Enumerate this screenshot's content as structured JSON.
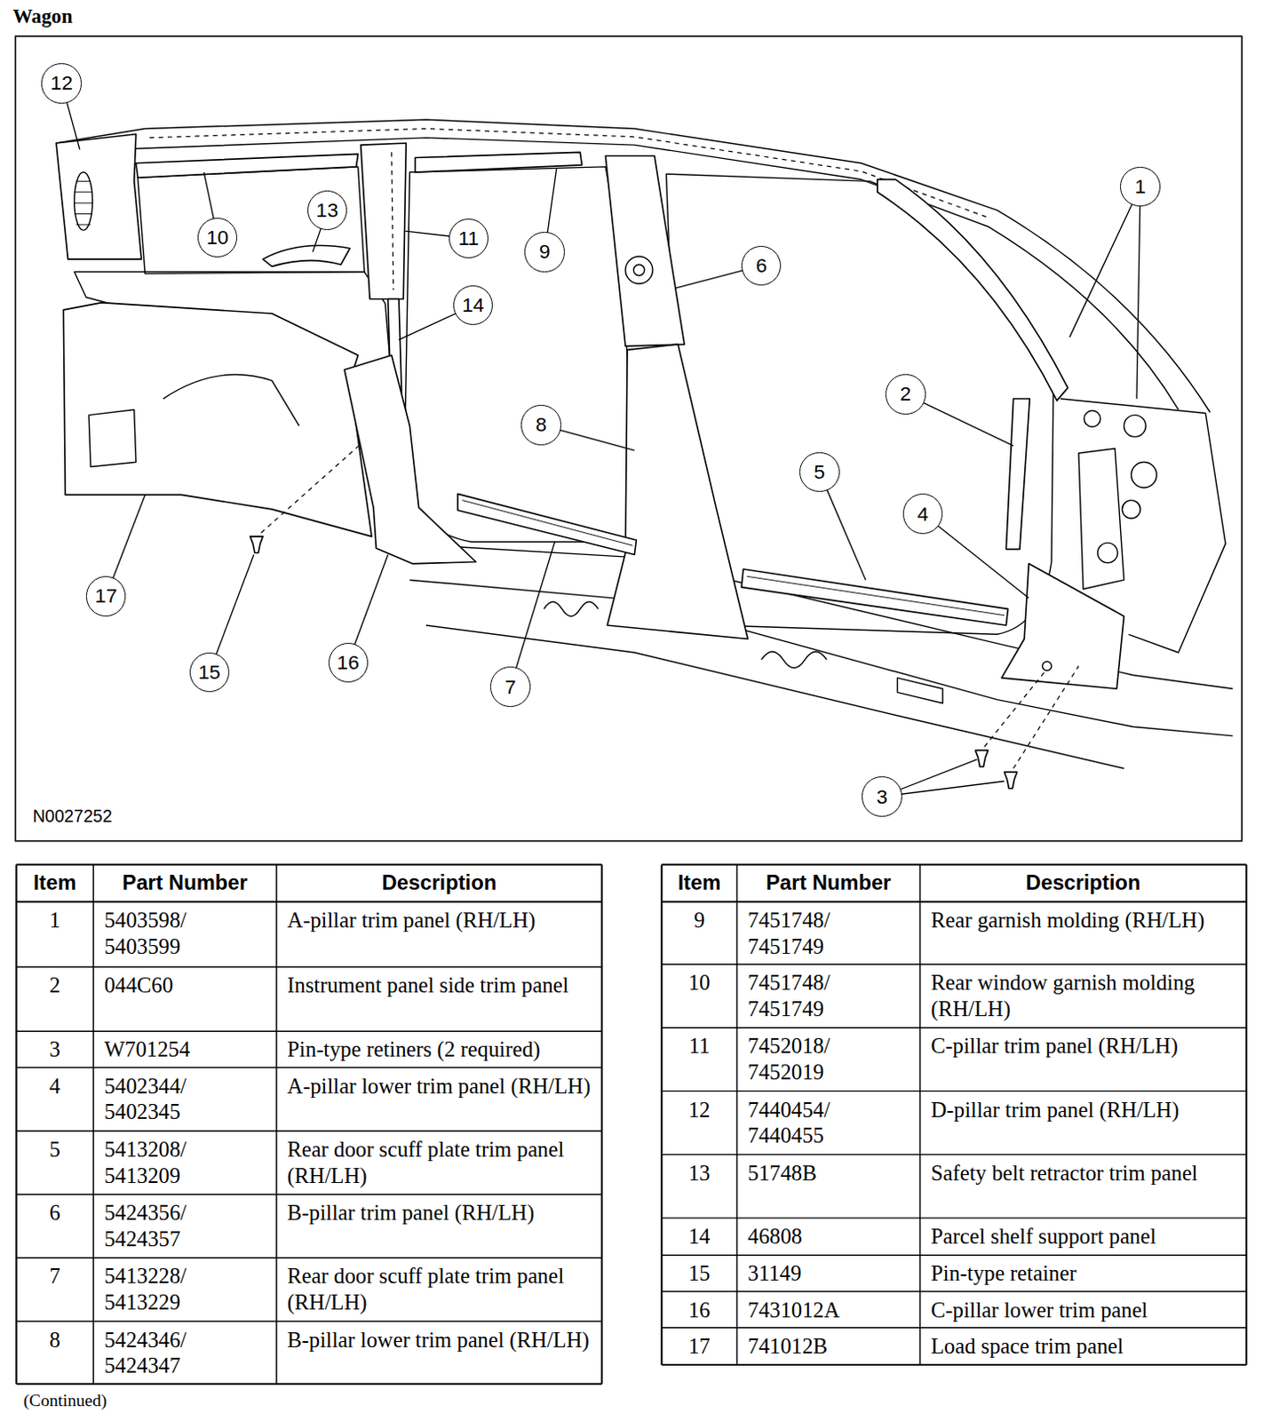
{
  "diagram": {
    "title": "Wagon",
    "nodes": [
      {
        "text": [
          "1"
        ]
      },
      {
        "text": [
          "2"
        ]
      },
      {
        "text": [
          "3"
        ]
      },
      {
        "text": [
          "4"
        ]
      },
      {
        "text": [
          "5"
        ]
      },
      {
        "text": [
          "6"
        ]
      },
      {
        "text": [
          "7"
        ]
      },
      {
        "text": [
          "8"
        ]
      },
      {
        "text": [
          "9"
        ]
      },
      {
        "text": [
          "10"
        ]
      },
      {
        "text": [
          "11"
        ]
      },
      {
        "text": [
          "12"
        ]
      },
      {
        "text": [
          "13"
        ]
      },
      {
        "text": [
          "14"
        ]
      },
      {
        "text": [
          "15"
        ]
      },
      {
        "text": [
          "16"
        ]
      },
      {
        "text": [
          "17"
        ]
      }
    ],
    "labels": [
      "N0027252",
      "Item",
      "Part Number",
      "Description",
      "1",
      "5403598/ 5403599",
      "A-pillar trim panel (RH/LH)",
      "2",
      "044C60",
      "Instrument panel side trim panel",
      "3",
      "W701254",
      "Pin-type retiners (2 required)",
      "4",
      "5402344/ 5402345",
      "A-pillar lower trim panel (RH/LH)",
      "5",
      "5413208/ 5413209",
      "Rear door scuff plate trim panel (RH/LH)",
      "6",
      "5424356/ 5424357",
      "B-pillar trim panel (RH/LH)",
      "7",
      "5413228/ 5413229",
      "Rear door scuff plate trim panel (RH/LH)",
      "8",
      "5424346/ 5424347",
      "B-pillar lower trim panel (RH/LH)",
      "Item",
      "Part Number",
      "Description",
      "9",
      "7451748/ 7451749",
      "Rear garnish molding (RH/LH)",
      "10",
      "7451748/ 7451749",
      "Rear window garnish molding (RH/LH)",
      "11",
      "7452018/ 7452019",
      "C-pillar trim panel (RH/LH)",
      "12",
      "7440454/ 7440455",
      "D-pillar trim panel (RH/LH)",
      "13",
      "51748B",
      "Safety belt retractor trim panel",
      "14",
      "46808",
      "Parcel shelf support panel",
      "15",
      "31149",
      "Pin-type retainer",
      "16",
      "7431012A",
      "C-pillar lower trim panel",
      "17",
      "741012B",
      "Load space trim panel",
      "(Continued)"
    ]
  }
}
